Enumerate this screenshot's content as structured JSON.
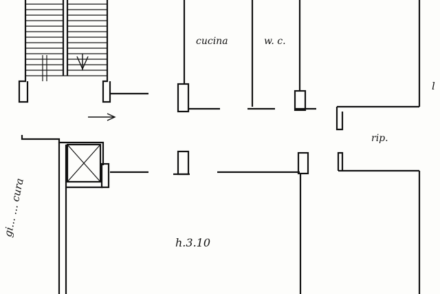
{
  "labels": {
    "kitchen": "cucina",
    "wc": "w. c.",
    "storage": "rip.",
    "height": "h.3.10",
    "margin_left": "gi... ... cura",
    "margin_right": "l"
  },
  "colors": {
    "ink": "#111111",
    "paper": "#fdfdfb"
  },
  "icons": {
    "entry_arrow": "right-arrow-icon",
    "stair_direction": "down-arrow-icon",
    "lift_shaft": "cross-box-icon"
  }
}
